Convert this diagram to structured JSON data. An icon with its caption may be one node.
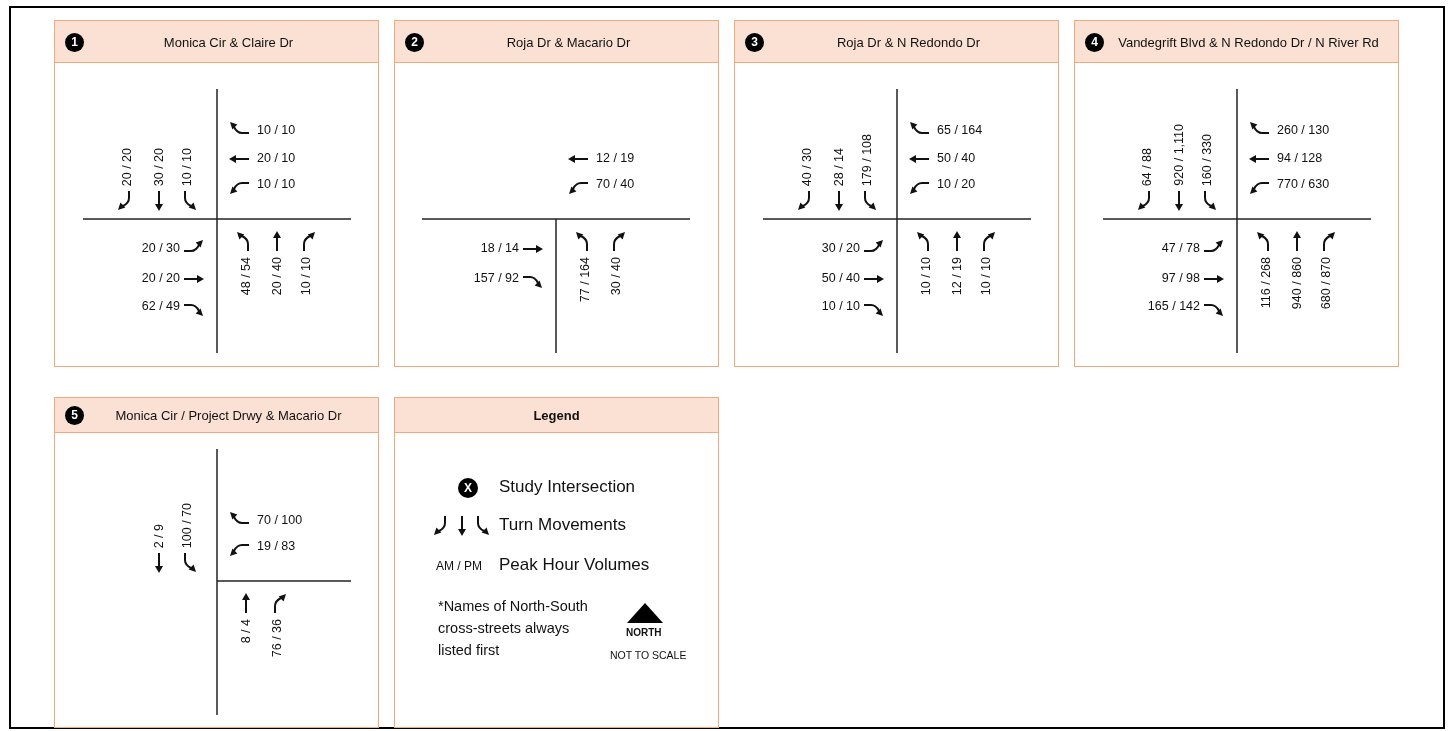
{
  "diagram": {
    "nodes": [
      {
        "text": [
          "1",
          "Monica Cir & Claire Dr"
        ]
      },
      {
        "text": [
          "2",
          "Roja Dr & Macario Dr"
        ]
      },
      {
        "text": [
          "3",
          "Roja Dr & N Redondo Dr"
        ]
      },
      {
        "text": [
          "4",
          "Vandegrift Blvd & N Redondo Dr / N River Rd"
        ]
      },
      {
        "text": [
          "5",
          "Monica Cir / Project Drwy & Macario Dr"
        ]
      },
      {
        "text": [
          "Legend"
        ]
      }
    ],
    "edges": [],
    "labels": [
      "20 / 20",
      "30 / 20",
      "10 / 10",
      "10 / 10",
      "20 / 10",
      "10 / 10",
      "20 / 30",
      "20 / 20",
      "62 / 49",
      "48 / 54",
      "20 / 40",
      "10 / 10",
      "12 / 19",
      "70 / 40",
      "18 / 14",
      "157 / 92",
      "77 / 164",
      "30 / 40",
      "40 / 30",
      "28 / 14",
      "179 / 108",
      "65 / 164",
      "50 / 40",
      "10 / 20",
      "30 / 20",
      "50 / 40",
      "10 / 10",
      "10 / 10",
      "12 / 19",
      "10 / 10",
      "64 / 88",
      "920 / 1,110",
      "160 / 330",
      "260 / 130",
      "94 / 128",
      "770 / 630",
      "47 / 78",
      "97 / 98",
      "165 / 142",
      "116 / 268",
      "940 / 860",
      "680 / 870",
      "2 / 9",
      "100 / 70",
      "70 / 100",
      "19 / 83",
      "8 / 4",
      "76 / 36",
      "X",
      "AM / PM",
      "*Names of North-South cross-streets always listed first",
      "NORTH",
      "NOT TO SCALE"
    ],
    "legend": [
      {
        "text": "Study Intersection"
      },
      {
        "text": "Turn Movements"
      },
      {
        "text": "Peak Hour Volumes"
      }
    ]
  }
}
